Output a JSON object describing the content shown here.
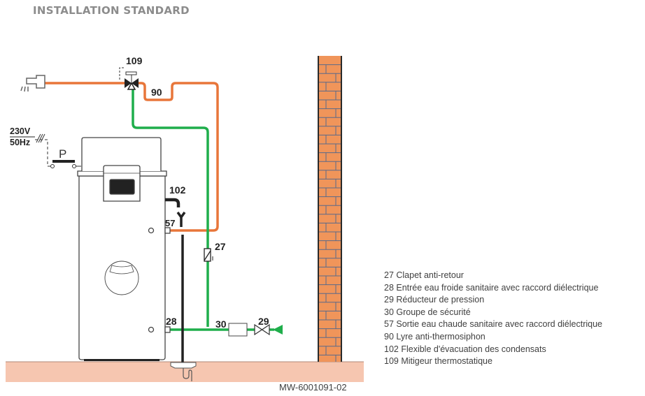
{
  "title": "INSTALLATION STANDARD",
  "labels": {
    "mixer": "109",
    "lyre": "90",
    "drain": "102",
    "hot_out": "57",
    "check_valve": "27",
    "cold_in": "28",
    "safety_group": "30",
    "reducer": "29",
    "voltage": "230V",
    "frequency": "50Hz",
    "switch": "P"
  },
  "legend": [
    "27 Clapet anti-retour",
    "28 Entrée eau froide sanitaire avec raccord diélectrique",
    "29 Réducteur de pression",
    "30 Groupe de sécurité",
    "57 Sortie eau chaude sanitaire avec raccord diélectrique",
    "90 Lyre anti-thermosiphon",
    "102 Flexible d'évacuation des condensats",
    "109 Mitigeur thermostatique"
  ],
  "reference": "MW-6001091-02",
  "colors": {
    "hot_pipe": "#e8763a",
    "cold_pipe": "#1fae4b",
    "drain_pipe": "#222222",
    "brick": "#f0955a",
    "floor": "#f6c6b0",
    "title": "#8c8c8c"
  }
}
